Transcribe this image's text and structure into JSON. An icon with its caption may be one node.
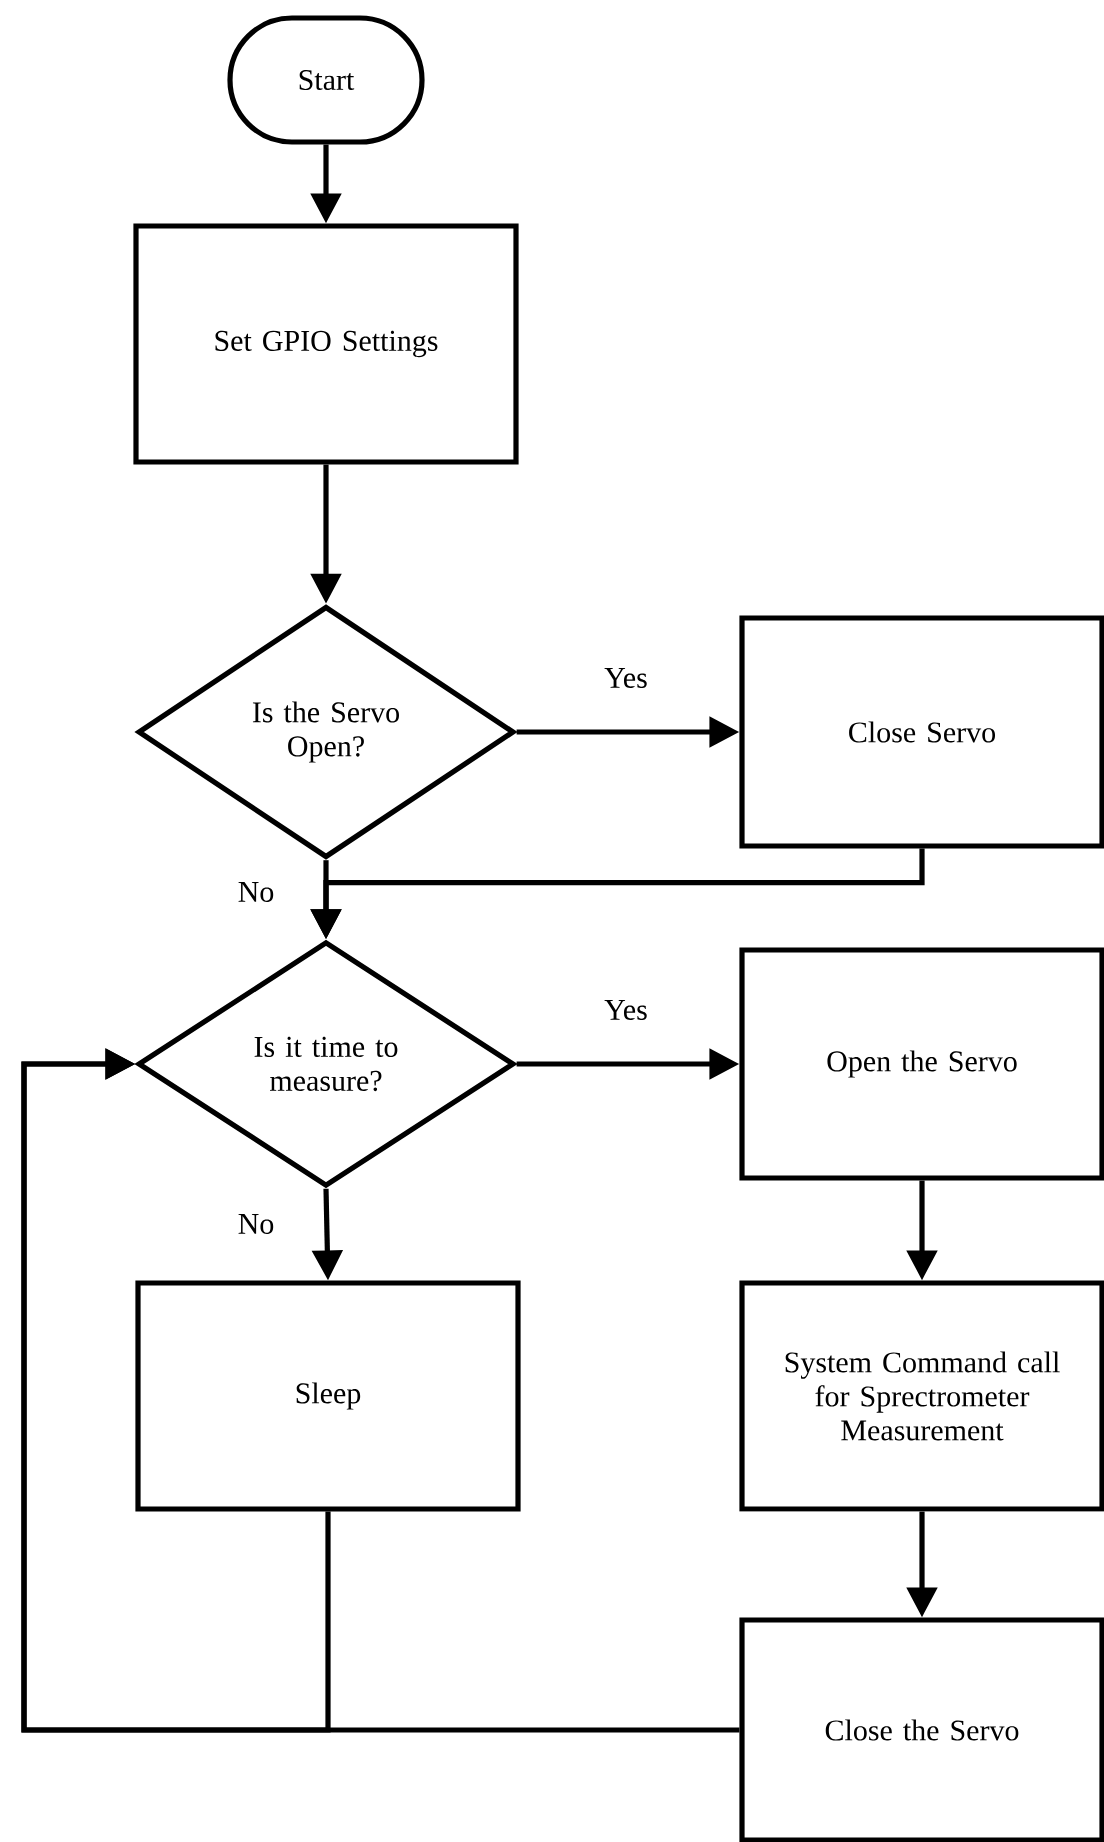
{
  "diagram": {
    "nodes": [
      {
        "text": [
          "Start"
        ]
      },
      {
        "text": [
          "Set GPIO Settings"
        ]
      },
      {
        "text": [
          "Is the Servo Open?"
        ]
      },
      {
        "text": [
          "Close Servo"
        ]
      },
      {
        "text": [
          "Is it time to measure?"
        ]
      },
      {
        "text": [
          "Open the Servo"
        ]
      },
      {
        "text": [
          "Sleep"
        ]
      },
      {
        "text": [
          "System Command call for Sprectrometer Measurement"
        ]
      },
      {
        "text": [
          "Close the Servo"
        ]
      }
    ],
    "edges": [
      {
        "from": 0,
        "to": 1,
        "arrow": "to"
      },
      {
        "from": 1,
        "to": 2,
        "arrow": "to"
      },
      {
        "from": 2,
        "to": 3,
        "arrow": "to",
        "label": "Yes"
      },
      {
        "from": 3,
        "to": 4,
        "arrow": "to"
      },
      {
        "from": 2,
        "to": 4,
        "arrow": "to",
        "label": "No"
      },
      {
        "from": 4,
        "to": 5,
        "arrow": "to",
        "label": "Yes"
      },
      {
        "from": 4,
        "to": 6,
        "arrow": "to",
        "label": "No"
      },
      {
        "from": 5,
        "to": 7,
        "arrow": "to"
      },
      {
        "from": 7,
        "to": 8,
        "arrow": "to"
      },
      {
        "from": 6,
        "to": 4,
        "arrow": "to"
      },
      {
        "from": 8,
        "to": 4,
        "arrow": "to"
      }
    ]
  }
}
